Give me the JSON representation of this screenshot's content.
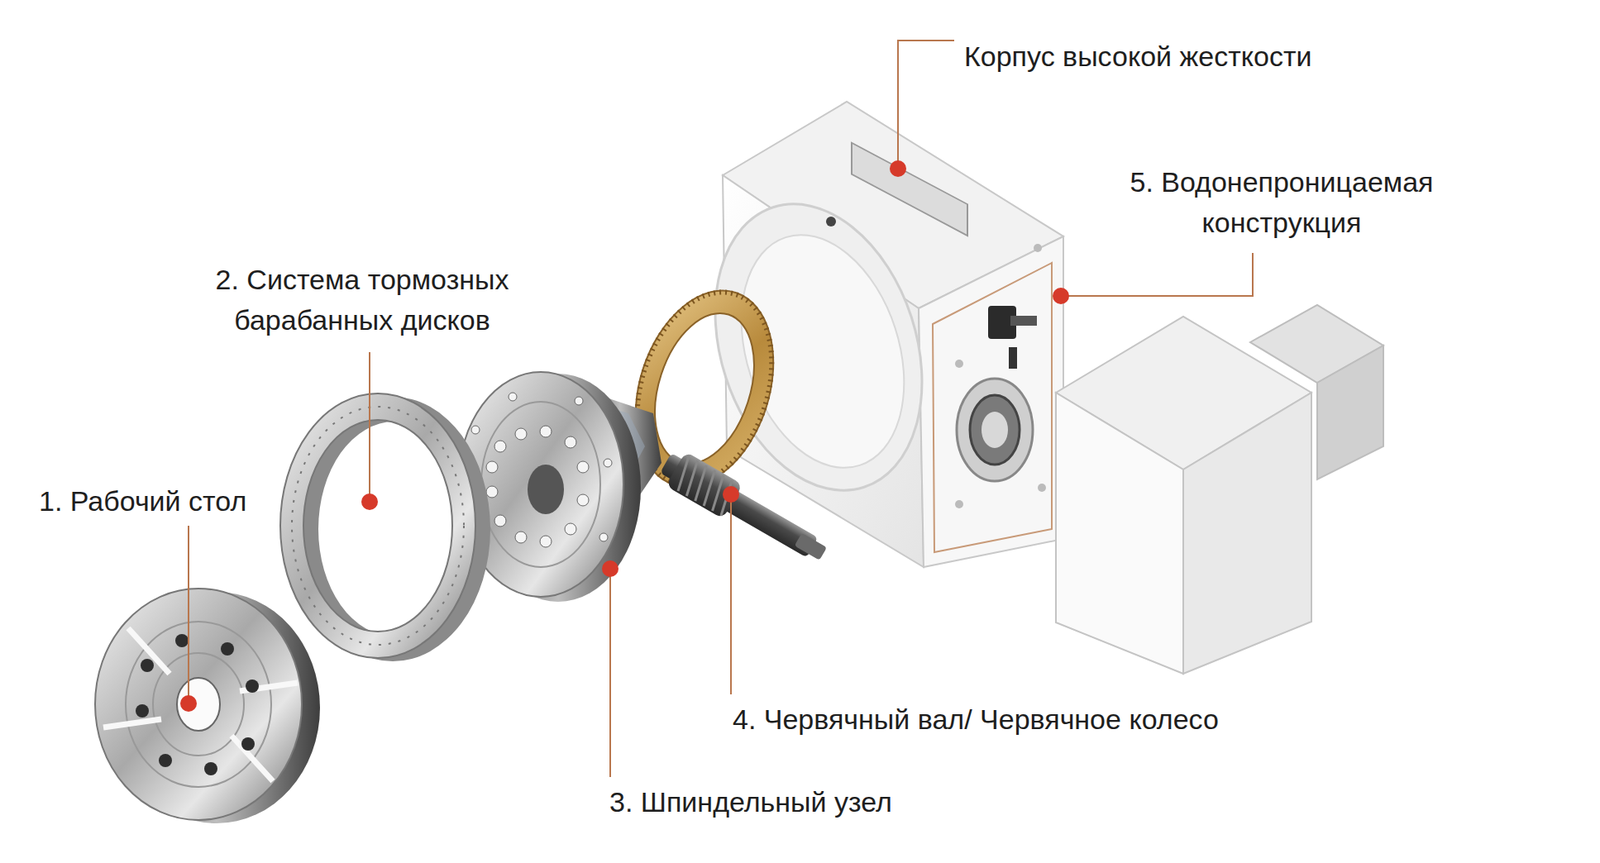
{
  "diagram": {
    "labels": [
      "Корпус высокой жесткости",
      "5. Водонепроницаемая конструкция",
      "2. Система тормозных барабанных дисков",
      "1. Рабочий стол",
      "4. Червячный вал/ Червячное колесо",
      "3. Шпиндельный узел"
    ]
  }
}
